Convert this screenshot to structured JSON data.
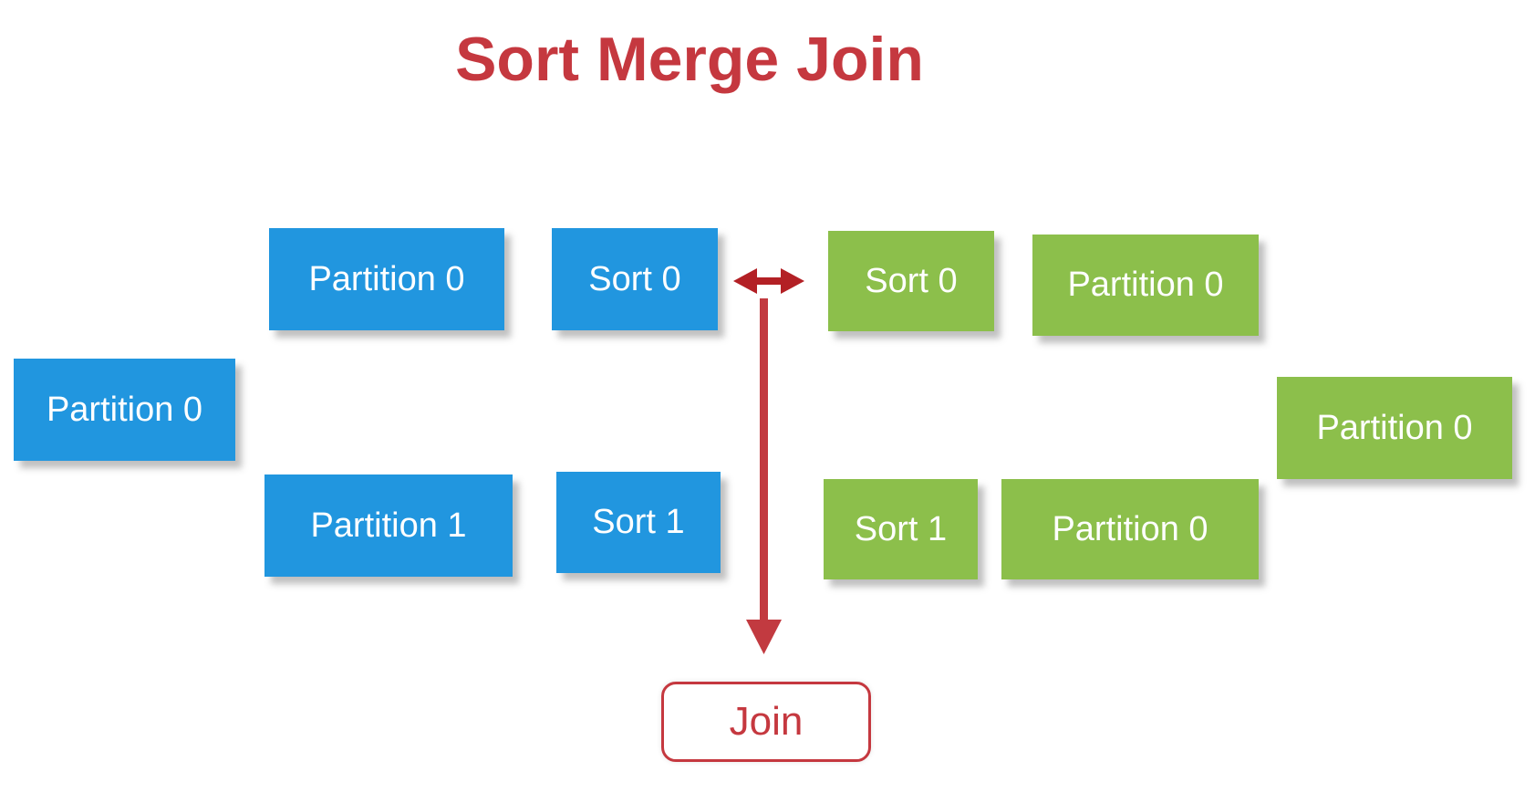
{
  "title": "Sort Merge Join",
  "diagram": {
    "left_table": {
      "partition_mid": "Partition 0",
      "partition_top": "Partition 0",
      "partition_bottom": "Partition 1",
      "sort_top": "Sort 0",
      "sort_bottom": "Sort 1"
    },
    "right_table": {
      "sort_top": "Sort 0",
      "sort_bottom": "Sort 1",
      "partition_top": "Partition 0",
      "partition_bottom": "Partition 0",
      "partition_mid": "Partition 0"
    },
    "join_label": "Join",
    "icons": {
      "exchange_arrow": "double-headed-horizontal-arrow",
      "join_arrow": "downward-arrow"
    },
    "colors": {
      "title_red": "#c5383f",
      "arrow_dark_red": "#b32025",
      "arrow_red": "#c23a40",
      "box_blue": "#2196df",
      "box_green": "#8cbf4b",
      "box_text": "#ffffff",
      "background": "#ffffff"
    }
  }
}
